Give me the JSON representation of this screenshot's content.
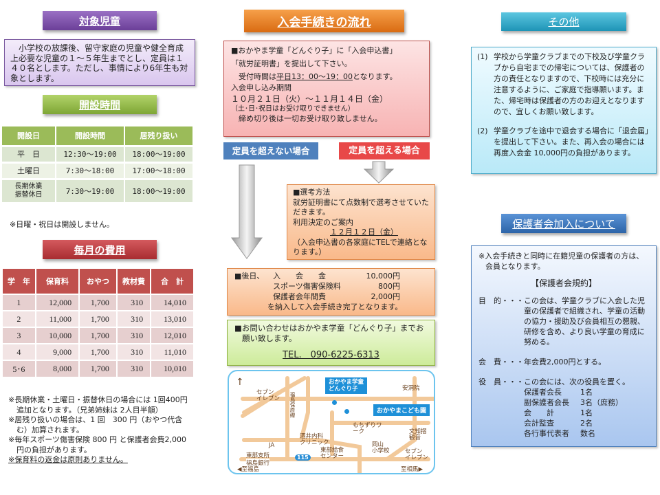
{
  "target": {
    "title": "対象児童",
    "text": "　小学校の放課後、留守家庭の児童や健全育成上必要な児童の１～５年生までとし、定員は１４０名とします。ただし、事情により6年生も対象とします。"
  },
  "hours": {
    "title": "開設時間",
    "headers": [
      "開設日",
      "開設時間",
      "居残り扱い"
    ],
    "rows": [
      [
        "平　日",
        "12:30～19:00",
        "18:00～19:00"
      ],
      [
        "土曜日",
        "7:30～18:00",
        "17:00～18:00"
      ],
      [
        "長期休業\n振替休日",
        "7:30～19:00",
        "18:00～19:00"
      ]
    ],
    "note": "※日曜・祝日は開設しません。"
  },
  "fees": {
    "title": "毎月の費用",
    "headers": [
      "学　年",
      "保育料",
      "おやつ",
      "教材費",
      "合　計"
    ],
    "rows": [
      [
        "1",
        "12,000",
        "1,700",
        "310",
        "14,010"
      ],
      [
        "2",
        "11,000",
        "1,700",
        "310",
        "13,010"
      ],
      [
        "3",
        "10,000",
        "1,700",
        "310",
        "12,010"
      ],
      [
        "4",
        "9,000",
        "1,700",
        "310",
        "11,010"
      ],
      [
        "5･6",
        "8,000",
        "1,700",
        "310",
        "10,010"
      ]
    ],
    "notes": [
      "※長期休業・土曜日・振替休日の場合には 1回400円追加となります。（兄弟姉妹は 2人目半額）",
      "※居残り扱いの場合は、1 回　300 円（おやつ代含む）加算されます。",
      "※毎年スポーツ傷害保険 800 円 と保護者会費2,000円の負担があります。"
    ],
    "refund_note": "※保育料の返金は原則ありません。"
  },
  "procedure": {
    "title": "入会手続きの流れ",
    "step1": {
      "line1": "■おかやま学童「どんぐり子」に「入会申込書」",
      "line2": "「就労証明書」を提出して下さい。",
      "line3_prefix": "　受付時間は",
      "line3_hours": "平日13：00～19：00",
      "line3_suffix": "となります。",
      "period_label": "入会申し込み期間",
      "period": "１０月２１日（火）～１１月１４日（金）",
      "exclusion": "（土･日･祝日はお受け取りできません）",
      "deadline": "　締め切り後は一切お受け取り致しません。"
    },
    "under_capacity": "定員を超えない場合",
    "over_capacity": "定員を超える場合",
    "selection": {
      "heading": "■選考方法",
      "text": "就労証明書にて点数制で選考させていただきます。",
      "notice_label": "利用決定のご案内",
      "notice_date": "１２月１２日（金）",
      "notice_note": "（入会申込書の各家庭にTELで連絡となります。）"
    },
    "payment": {
      "prefix": "■後日、",
      "items": [
        {
          "label": "入　　会　　金",
          "amount": "10,000円"
        },
        {
          "label": "スポーツ傷害保険料",
          "amount": "800円"
        },
        {
          "label": "保護者会年間費",
          "amount": "2,000円"
        }
      ],
      "suffix": "を納入して入会手続き完了となります。"
    },
    "contact": {
      "text": "■お問い合わせはおかやま学童「どんぐり子」までお願い致します。",
      "tel": "TEL.　090-6225-6313"
    }
  },
  "map": {
    "labels": {
      "school": "おかやま学童\nどんぐり子",
      "kindergarten": "おかやまこども園",
      "seven1": "セブン\nイレブン",
      "line": "福島保原線",
      "anyo": "安洞院",
      "mochizuri": "もちずりワーク",
      "bunchi": "文知摺\n観音",
      "sakai": "酒井内科\nクリニック",
      "ja": "JA",
      "tobu": "東部支所",
      "fukushima_bank": "福島銀行",
      "kyushoku": "東部給食\nセンター",
      "okayama_es": "岡山\n小学校",
      "seven2": "セブン\nイレブン",
      "route": "115",
      "to_fukushima": "◀至福島",
      "to_soma": "至相馬▶"
    }
  },
  "other": {
    "title": "その他",
    "items": [
      {
        "num": "(1)",
        "text": "学校から学童クラブまでの下校及び学童クラブから自宅までの帰宅については、保護者の方の責任となりますので、下校時には充分に注意するように、ご家庭で指導願います。また、帰宅時は保護者の方のお迎えとなりますので、宜しくお願い致します。"
      },
      {
        "num": "(2)",
        "text": "学童クラブを途中で退会する場合に「退会届」を提出して下さい。また、再入会の場合には再度入会金 10,000円の負担があります。"
      }
    ]
  },
  "parents": {
    "title": "保護者会加入について",
    "intro": "※入会手続きと同時に在籍児童の保護者の方は、会員となります。",
    "rules_title": "【保護者会規約】",
    "purpose_label": "目　的・・・",
    "purpose": "この会は、学童クラブに入会した児童の保護者で組織され、学童の活動の協力・援助及び会員相互の懇親、研修を含め、より良い学童の育成に努める。",
    "fee_label": "会　費・・・",
    "fee": "年会費2,000円とする。",
    "officers_label": "役　員・・・",
    "officers_intro": "この会には、次の役員を置く。",
    "officers": [
      {
        "role": "保護者会長",
        "count": "1名"
      },
      {
        "role": "副保護者会長",
        "count": "3名（庶務）"
      },
      {
        "role": "会　　計",
        "count": "1名"
      },
      {
        "role": "会計監査",
        "count": "2名"
      },
      {
        "role": "各行事代表者",
        "count": "数名"
      }
    ]
  },
  "colors": {
    "purple": "#7b4fa6",
    "green": "#8cb13e",
    "red": "#b8393d",
    "orange": "#e67e22",
    "teal": "#2aa6c4",
    "blue": "#2f6fb5"
  }
}
